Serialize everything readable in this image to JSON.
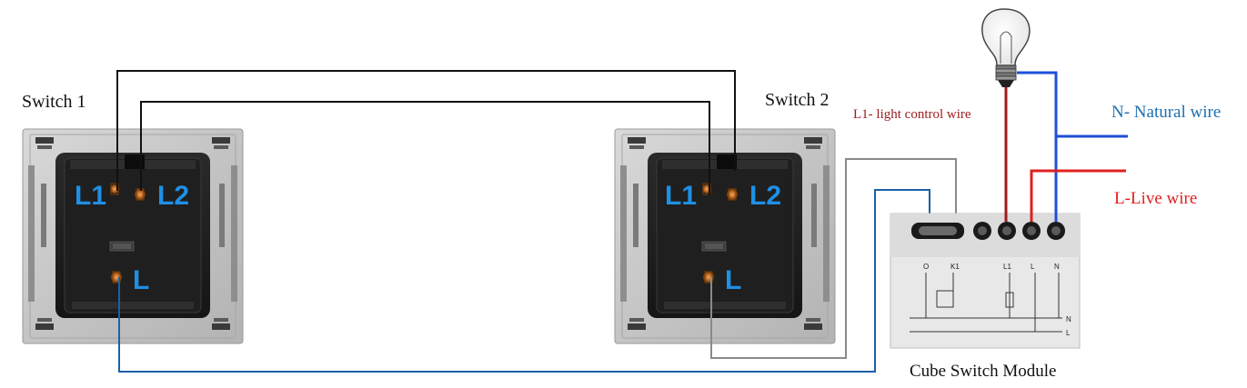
{
  "switch1": {
    "title": "Switch 1",
    "terminals": {
      "l1": "L1",
      "l2": "L2",
      "l": "L"
    }
  },
  "switch2": {
    "title": "Switch 2",
    "terminals": {
      "l1": "L1",
      "l2": "L2",
      "l": "L"
    }
  },
  "module": {
    "caption": "Cube Switch Module",
    "labels": {
      "o": "O",
      "k1": "K1",
      "l1": "L1",
      "l": "L",
      "n": "N",
      "n_rail": "N",
      "l_rail": "L"
    }
  },
  "wires": {
    "light_control": "L1- light control wire",
    "neutral": "N- Natural wire",
    "live": "L-Live wire"
  },
  "colors": {
    "neutral": "#1f4fd6",
    "live": "#e02020",
    "light_control": "#9b1c1c",
    "traveler": "#111111",
    "signal_gray": "#8a8a8a",
    "signal_blue": "#1c5fa8",
    "terminal_label": "#1e90e6"
  },
  "icons": {
    "bulb": "light-bulb-icon"
  }
}
